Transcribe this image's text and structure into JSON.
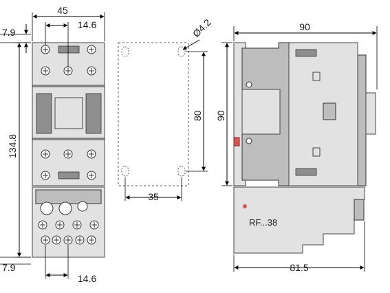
{
  "front_view": {
    "width_label": "45",
    "pitch_top_label": "14.6",
    "pitch_bottom_label": "14.6",
    "offset_top_label": "7.9",
    "offset_bottom_label": "7.9",
    "height_label": "134.8"
  },
  "mounting_view": {
    "hole_label": "Ø4.2",
    "vertical_spacing_label": "80",
    "horizontal_spacing_label": "35"
  },
  "side_view": {
    "depth_label": "90",
    "height_label": "90",
    "relay_depth_label": "81.5",
    "relay_label": "RF...38"
  },
  "colors": {
    "body_grey": "#bdbdbd",
    "light_grey": "#e2e2e2",
    "accent_red": "#d9534f"
  }
}
